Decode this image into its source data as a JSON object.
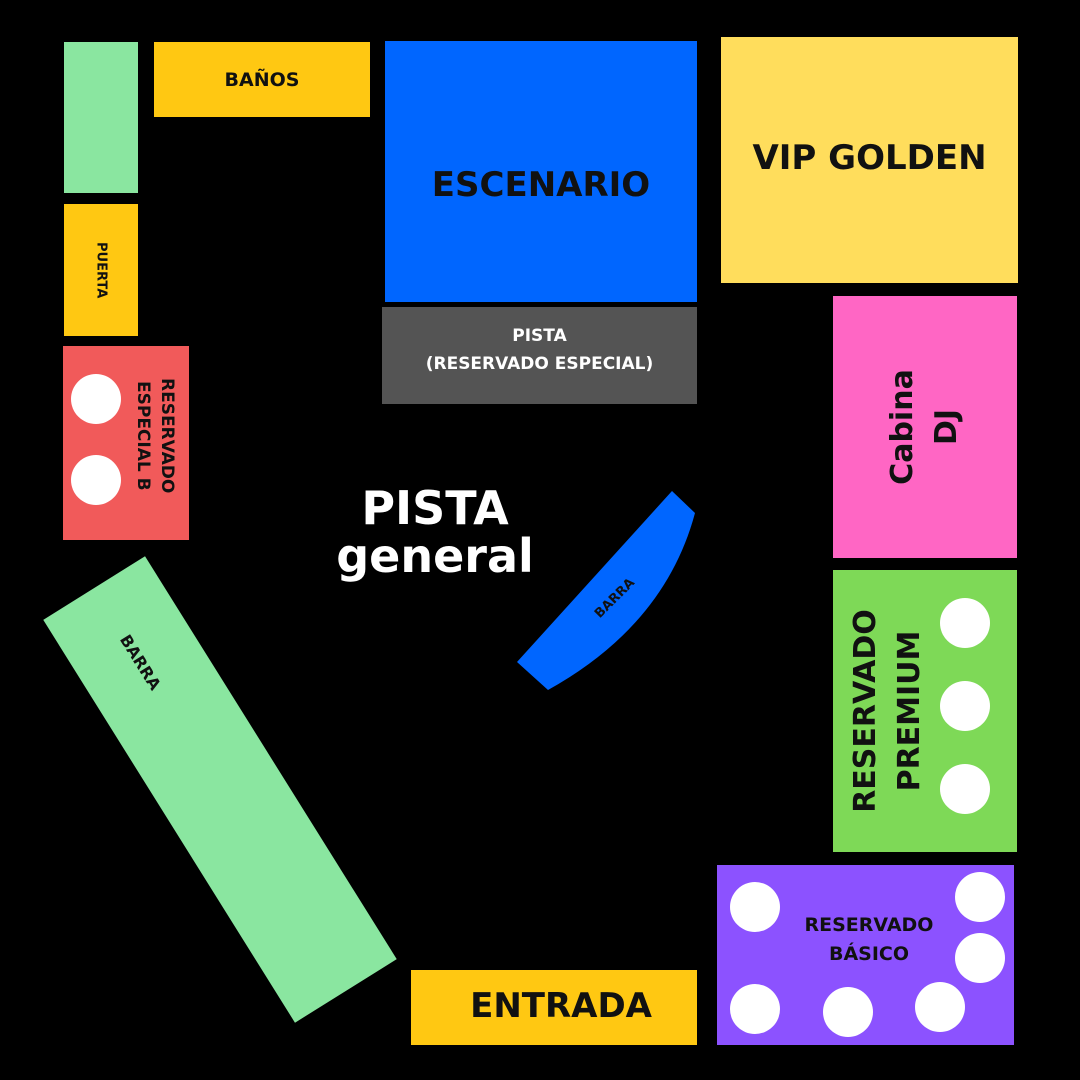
{
  "map": {
    "banos": "BAÑOS",
    "puerta": "PUERTA",
    "escenario": "ESCENARIO",
    "vip": "VIP GOLDEN",
    "pista_especial": [
      "PISTA",
      "(RESERVADO ESPECIAL)"
    ],
    "reservado_especial_b": [
      "RESERVADO",
      "ESPECIAL B"
    ],
    "cabina": [
      "Cabina",
      "DJ"
    ],
    "pista_general": [
      "PISTA",
      "general"
    ],
    "barra_center": "BARRA",
    "barra_left": "BARRA",
    "reservado_premium": [
      "RESERVADO",
      "PREMIUM"
    ],
    "reservado_basico": [
      "RESERVADO",
      "BÁSICO"
    ],
    "entrada": "ENTRADA"
  },
  "colors": {
    "background": "#000000",
    "green_light": "#8AE6A0",
    "yellow": "#FFC812",
    "blue": "#0066FF",
    "vip_yellow": "#FFDD5C",
    "gray": "#545454",
    "red": "#F15A5A",
    "pink": "#FF66C4",
    "green": "#7ED957",
    "purple": "#8C52FF"
  }
}
